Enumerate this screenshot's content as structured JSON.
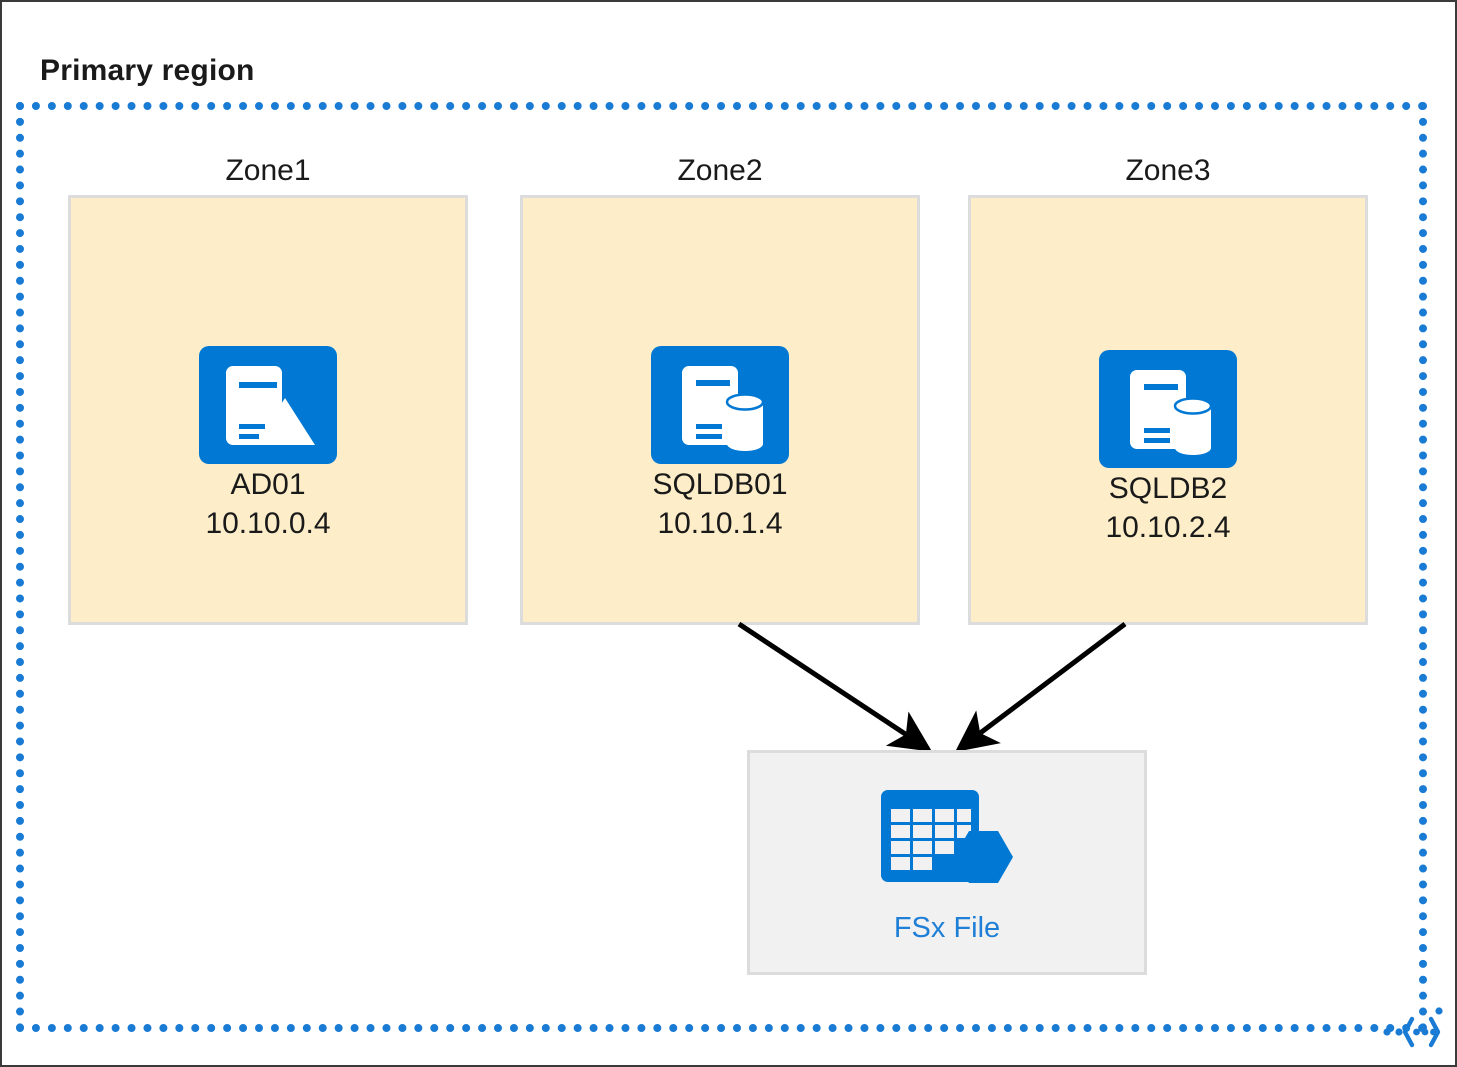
{
  "region": {
    "title": "Primary region",
    "border_color": "#1a7bd4",
    "vnet_icon": "vnet-brackets-icon"
  },
  "zones": [
    {
      "label": "Zone1",
      "fill": "#fdeec9",
      "node": {
        "icon": "domain-controller-icon",
        "name": "AD01",
        "ip": "10.10.0.4"
      }
    },
    {
      "label": "Zone2",
      "fill": "#fdeec9",
      "node": {
        "icon": "sql-database-server-icon",
        "name": "SQLDB01",
        "ip": "10.10.1.4"
      }
    },
    {
      "label": "Zone3",
      "fill": "#fdeec9",
      "node": {
        "icon": "sql-database-server-icon",
        "name": "SQLDB2",
        "ip": "10.10.2.4"
      }
    }
  ],
  "storage": {
    "label": "FSx File",
    "icon": "fsx-file-share-icon",
    "label_color": "#1f7fd6",
    "fill": "#f1f1f1"
  },
  "connections": [
    {
      "from": "Zone2",
      "to": "FSx File",
      "style": "solid-arrow",
      "color": "#000000"
    },
    {
      "from": "Zone3",
      "to": "FSx File",
      "style": "solid-arrow",
      "color": "#000000"
    }
  ],
  "colors": {
    "accent_blue": "#1a7bd4",
    "icon_blue": "#0078d4",
    "zone_fill": "#fdeec9",
    "zone_border": "#dcdcdc",
    "storage_fill": "#f1f1f1"
  }
}
